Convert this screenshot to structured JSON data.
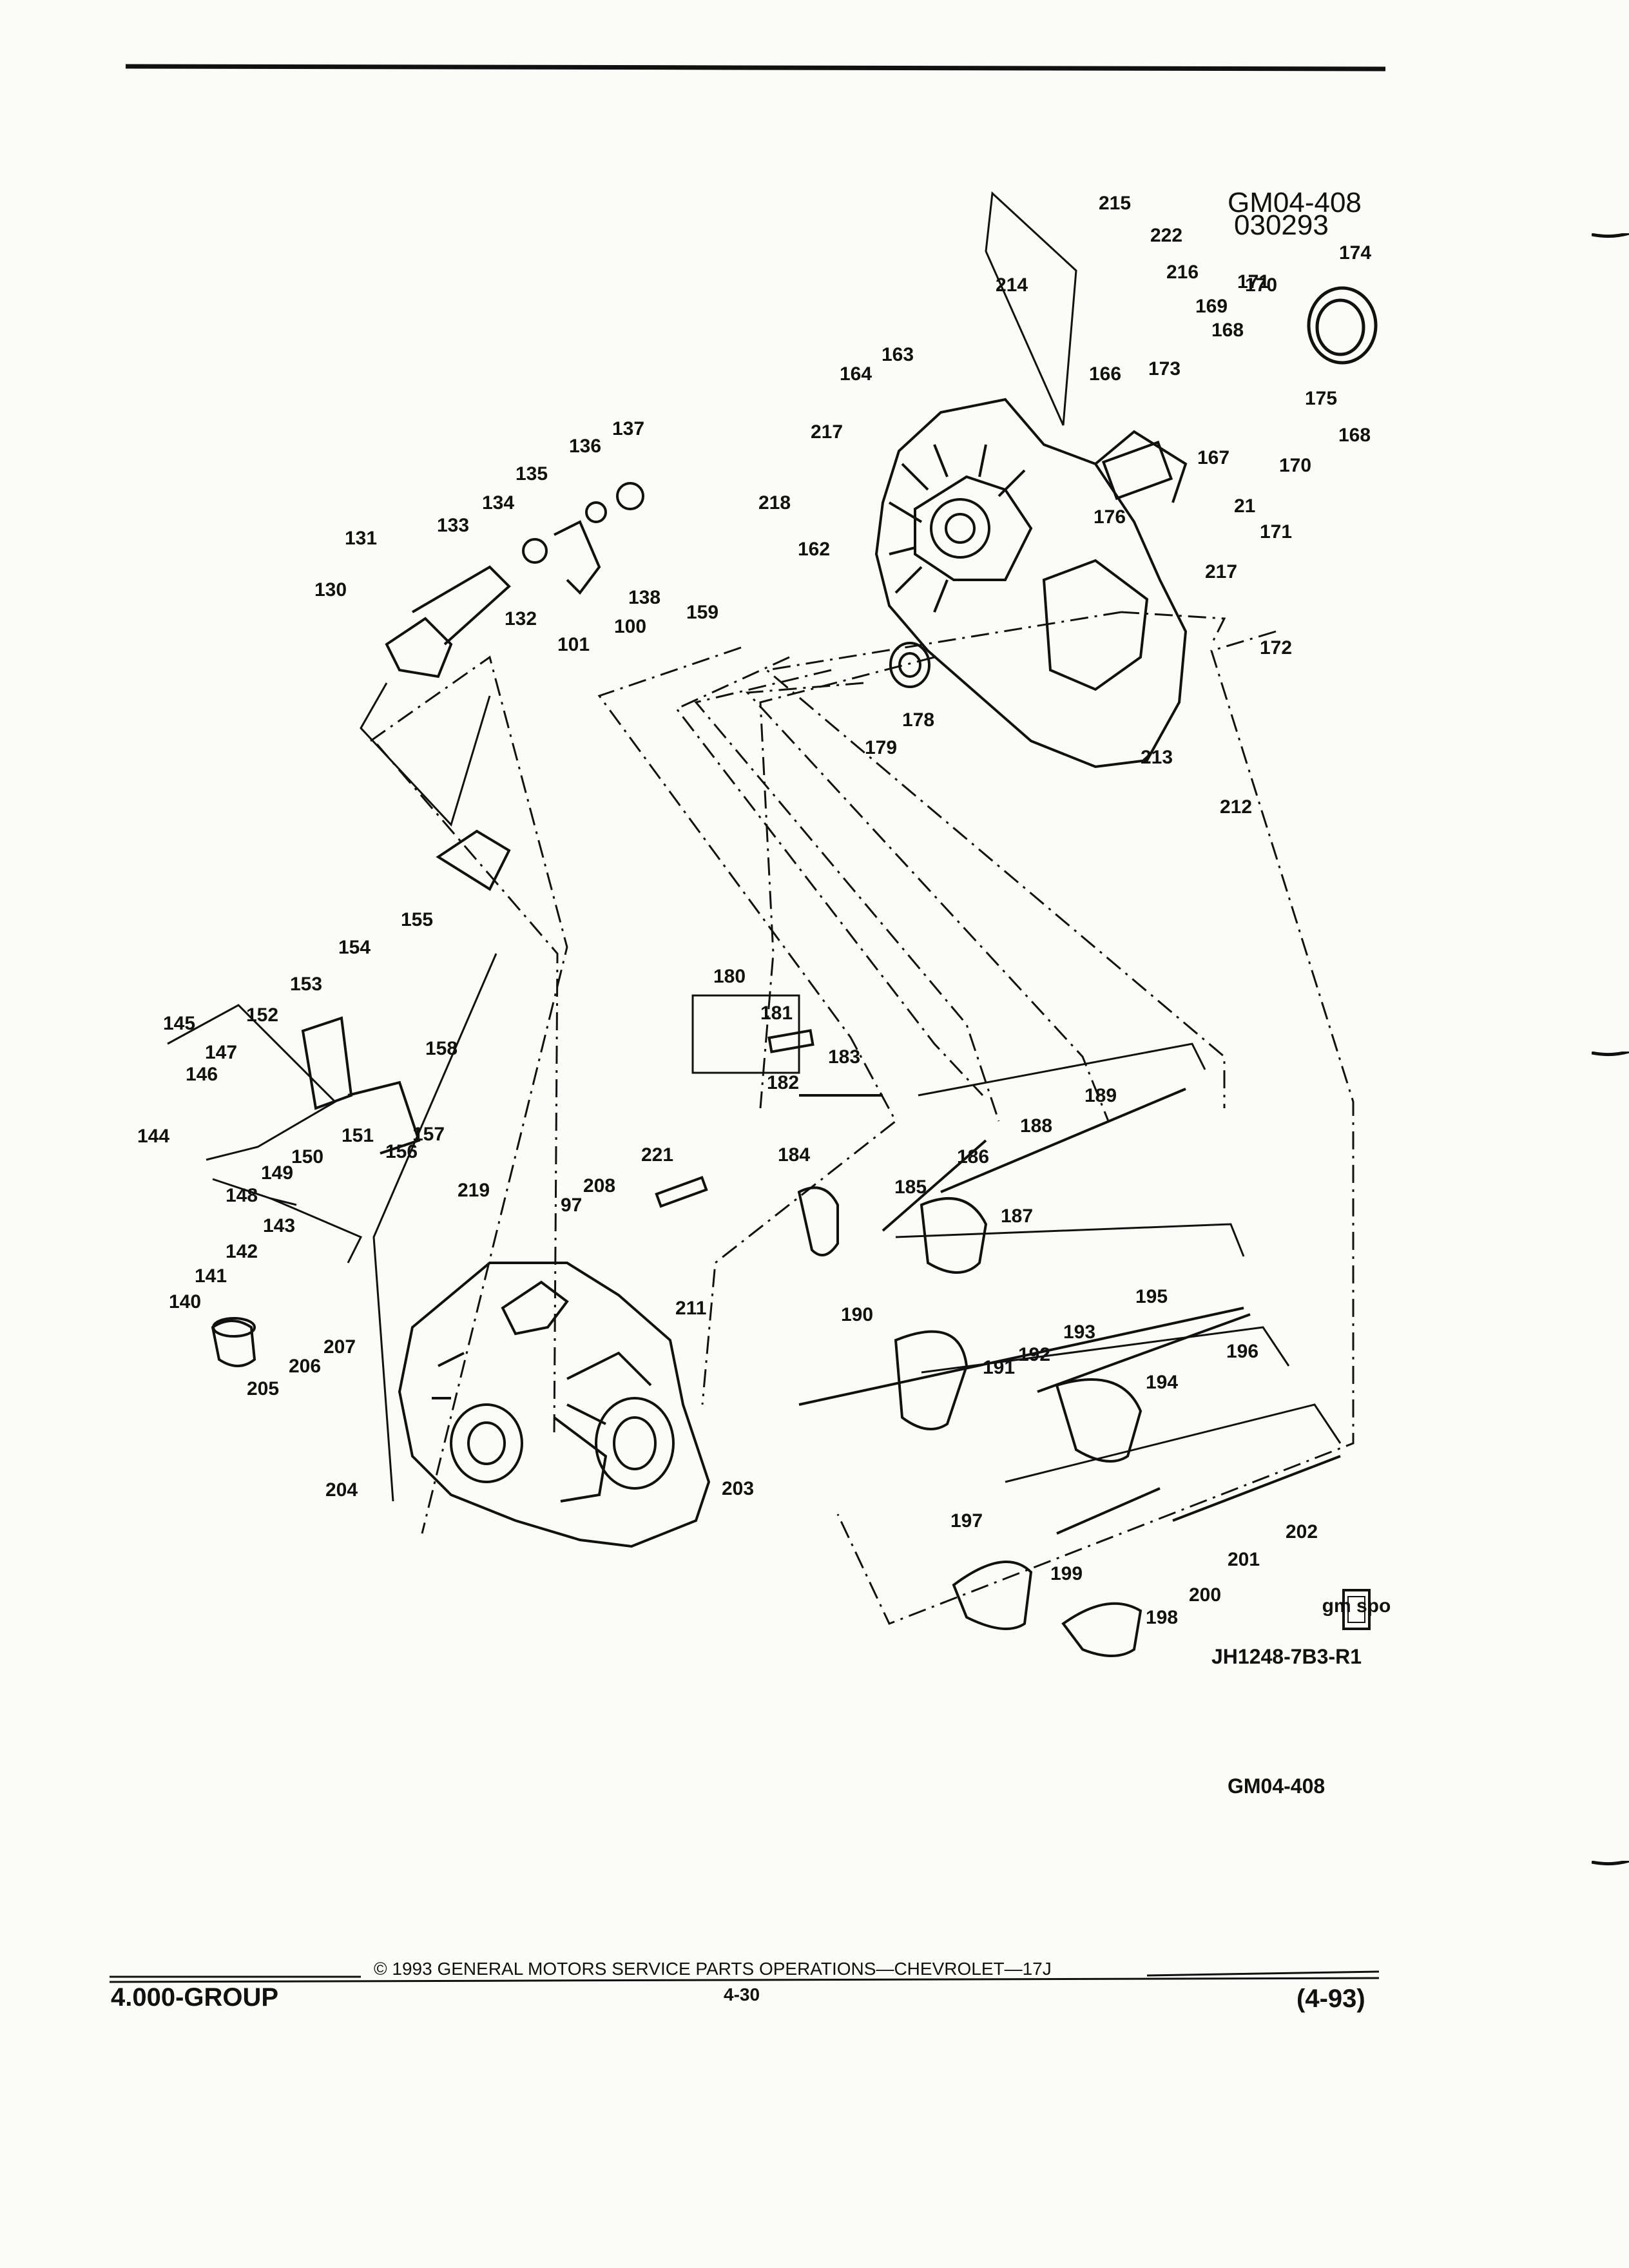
{
  "header": {
    "ref_code": "GM04-408",
    "ref_date": "030293"
  },
  "diagram": {
    "figure_code": "JH1248-7B3-R1",
    "callouts": [
      "21",
      "97",
      "100",
      "101",
      "130",
      "131",
      "132",
      "133",
      "134",
      "135",
      "136",
      "137",
      "138",
      "140",
      "141",
      "142",
      "143",
      "144",
      "145",
      "146",
      "147",
      "148",
      "149",
      "150",
      "151",
      "152",
      "153",
      "154",
      "155",
      "156",
      "157",
      "158",
      "159",
      "162",
      "163",
      "164",
      "166",
      "167",
      "168",
      "169",
      "170",
      "171",
      "172",
      "173",
      "174",
      "175",
      "176",
      "178",
      "179",
      "180",
      "181",
      "182",
      "183",
      "184",
      "185",
      "186",
      "187",
      "188",
      "189",
      "190",
      "191",
      "192",
      "193",
      "194",
      "195",
      "196",
      "197",
      "198",
      "199",
      "200",
      "201",
      "202",
      "203",
      "204",
      "205",
      "206",
      "207",
      "208",
      "211",
      "212",
      "213",
      "214",
      "215",
      "216",
      "217",
      "218",
      "219",
      "221",
      "222"
    ],
    "badge_text": "gm spo"
  },
  "footer": {
    "ref_code": "GM04-408",
    "copyright": "© 1993 GENERAL MOTORS SERVICE PARTS OPERATIONS—CHEVROLET—17J",
    "group": "4.000-GROUP",
    "page_number": "4-30",
    "date": "(4-93)"
  }
}
